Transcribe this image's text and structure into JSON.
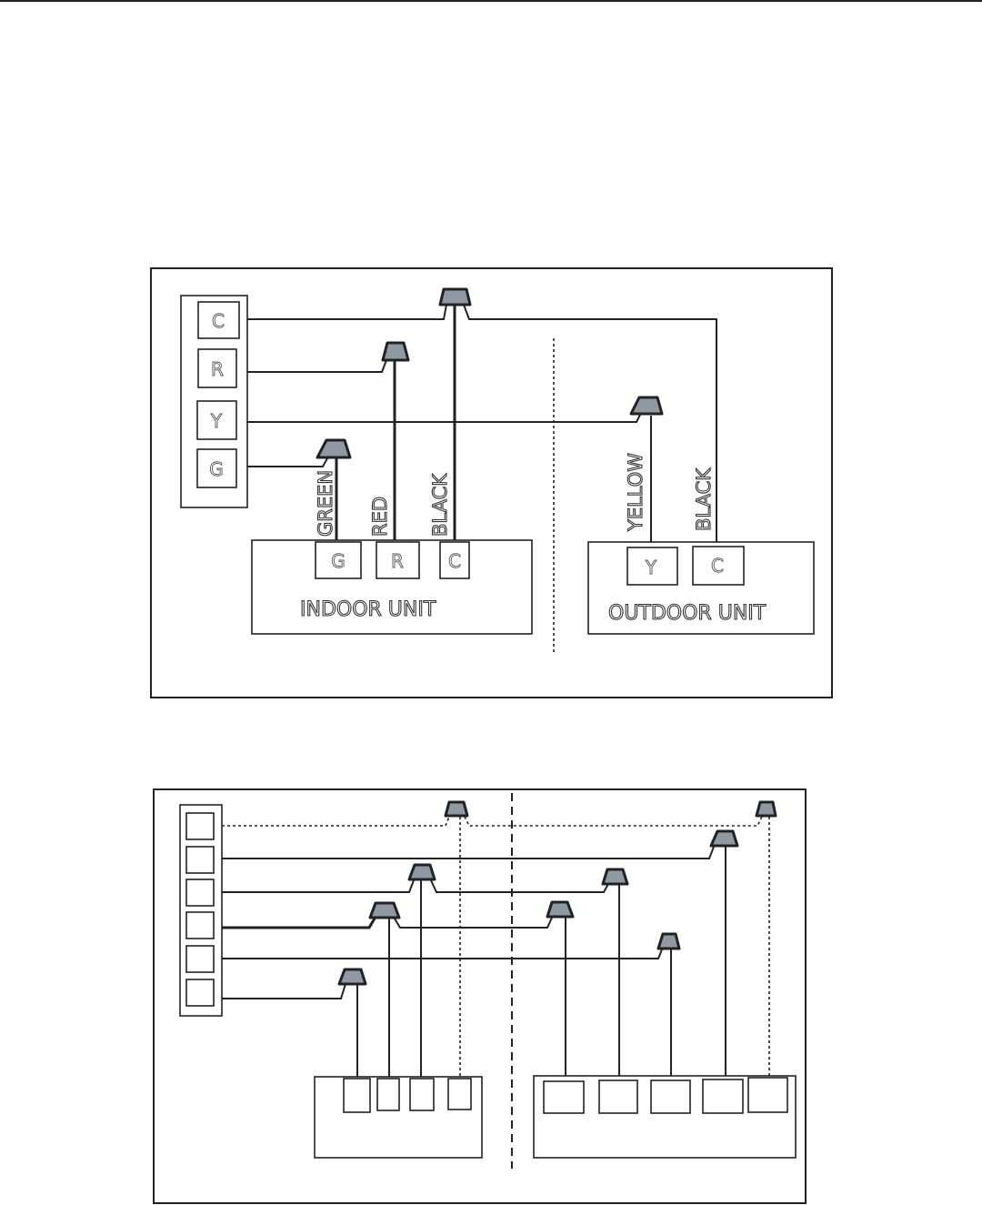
{
  "diagram1": {
    "thermostat_terminals": [
      "C",
      "R",
      "Y",
      "G"
    ],
    "indoor_unit": {
      "label": "INDOOR UNIT",
      "terminals": [
        "G",
        "R",
        "C"
      ]
    },
    "outdoor_unit": {
      "label": "OUTDOOR UNIT",
      "terminals": [
        "Y",
        "C"
      ]
    },
    "wire_labels": {
      "green": "GREEN",
      "red": "RED",
      "black_indoor": "BLACK",
      "yellow": "YELLOW",
      "black_outdoor": "BLACK"
    }
  },
  "diagram2": {
    "thermostat_terminal_count": 6,
    "indoor_terminal_count": 4,
    "outdoor_terminal_count": 5
  },
  "colors": {
    "line": "#222222",
    "wire_nut": "#8e99a3"
  }
}
